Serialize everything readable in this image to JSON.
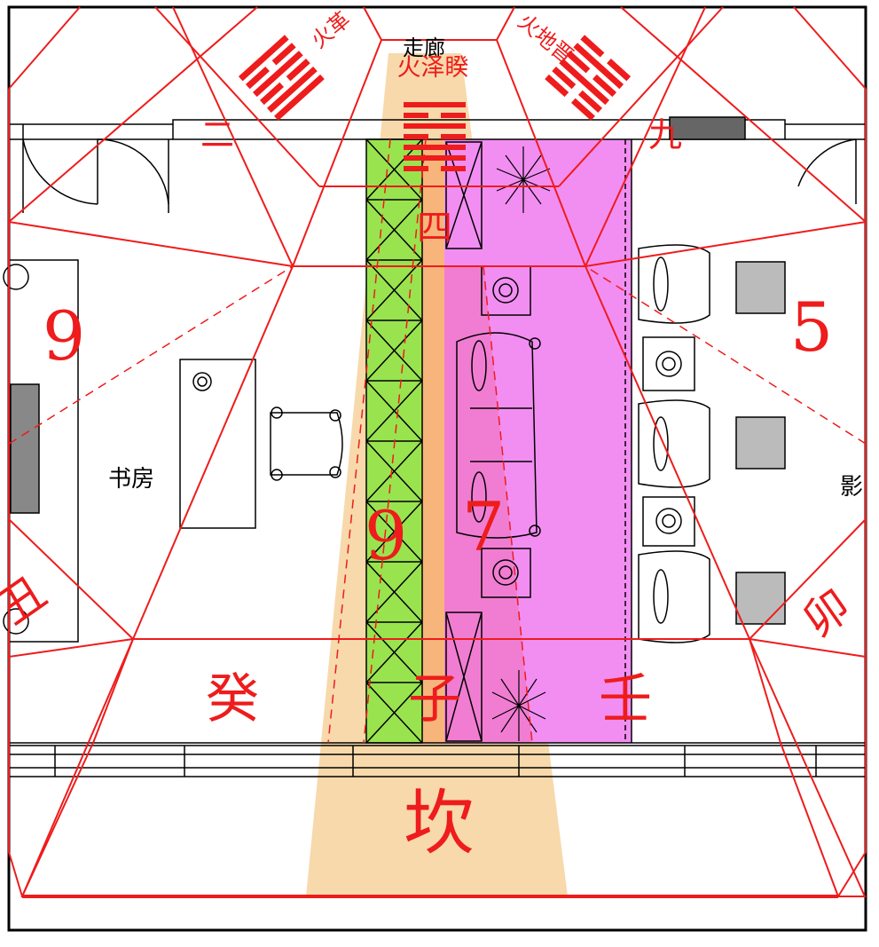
{
  "palace_numbers": {
    "left": "9",
    "right": "5",
    "center_left": "9",
    "center_right": "7"
  },
  "mountains": {
    "top_left_gua": "二",
    "top_mid_gua": "四",
    "top_right_gua": "九",
    "bottom_left": "癸",
    "bottom_mid": "子",
    "bottom_right": "壬",
    "left_edge": "丑",
    "right_edge": "卯",
    "trigram_bottom": "坎"
  },
  "hexagrams": {
    "top_left_name": "火革",
    "top_center_name": "火泽睽",
    "top_right_name": "火地晋"
  },
  "room_labels": {
    "study": "书房",
    "corridor": "走廊",
    "screen": "影"
  },
  "colors": {
    "red": "#ee1c1c",
    "green": "#99e34f",
    "orange": "#f7b57b",
    "magenta": "#f28ef2",
    "beam": "#f6d5a2"
  }
}
